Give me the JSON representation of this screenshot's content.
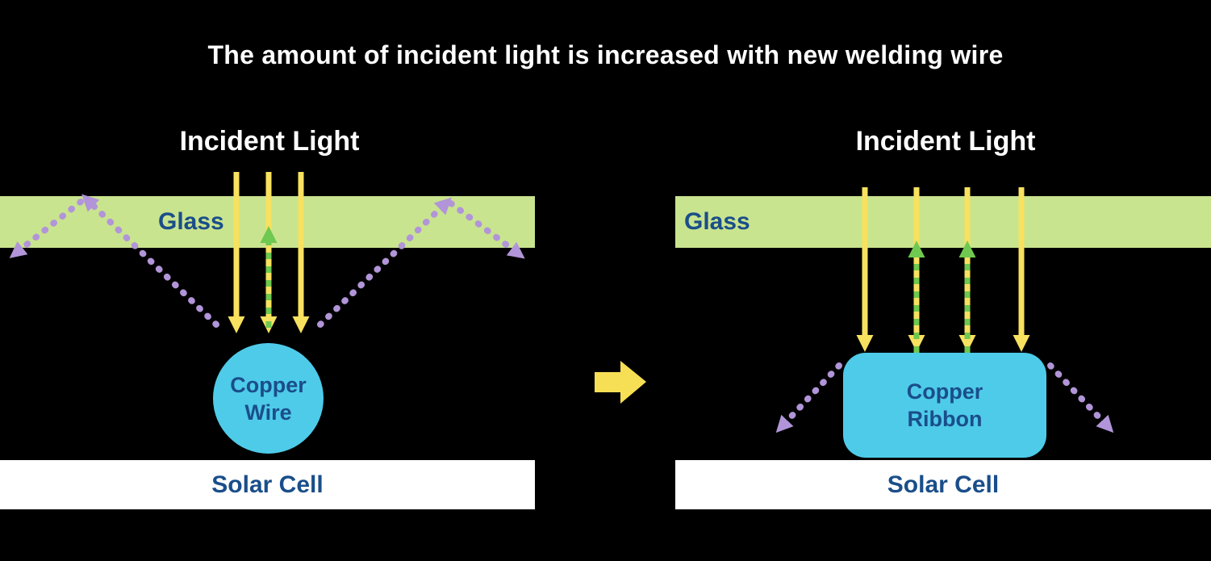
{
  "title": "The amount of incident light is increased with new welding wire",
  "left_panel": {
    "incident_light_label": "Incident Light",
    "glass_label": "Glass",
    "copper_line1": "Copper",
    "copper_line2": "Wire",
    "solar_cell_label": "Solar Cell"
  },
  "right_panel": {
    "incident_light_label": "Incident Light",
    "glass_label": "Glass",
    "copper_line1": "Copper",
    "copper_line2": "Ribbon",
    "solar_cell_label": "Solar Cell"
  },
  "colors": {
    "background": "#000000",
    "title_text": "#ffffff",
    "label_blue": "#1a4e8a",
    "glass_fill": "#c9e48e",
    "solar_cell_fill": "#ffffff",
    "copper_fill": "#4ecbe9",
    "incident_yellow": "#f7e15f",
    "reflected_green": "#6fc850",
    "reflected_purple": "#b195d8",
    "transition_arrow": "#f7df55"
  }
}
